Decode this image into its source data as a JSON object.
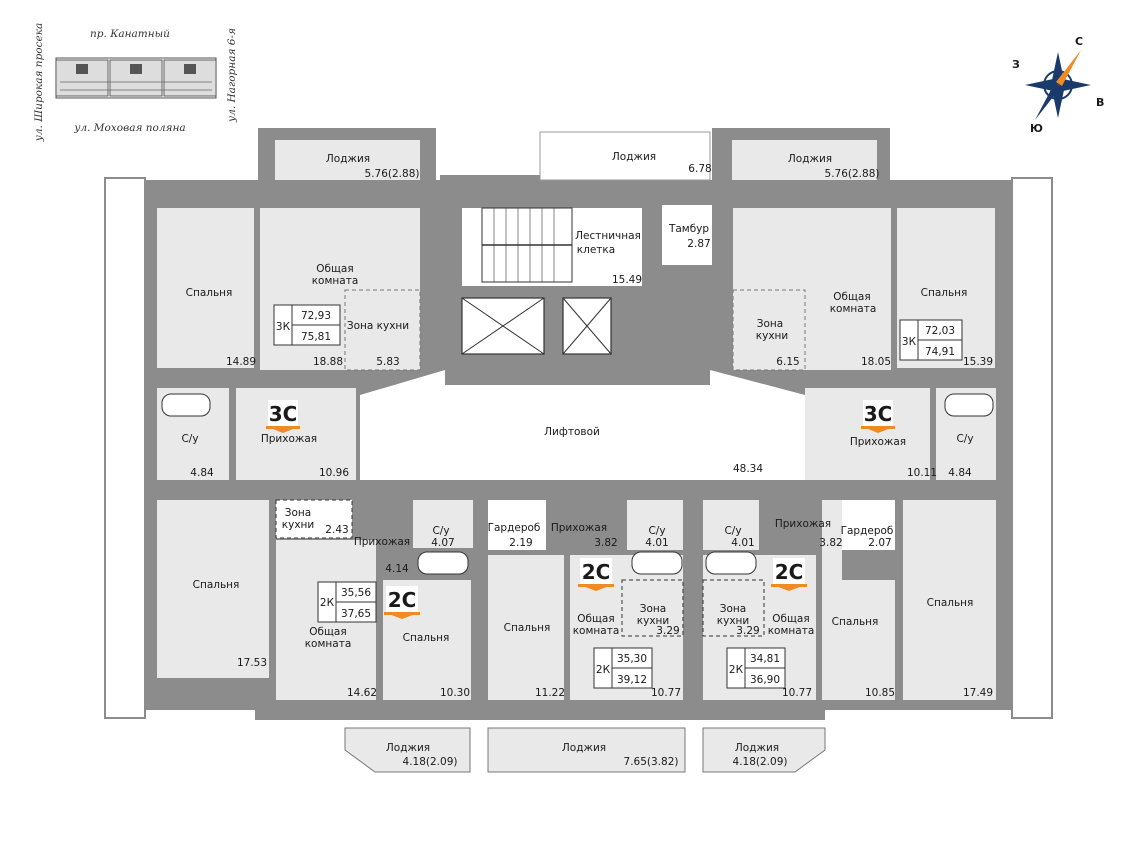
{
  "streets": {
    "north": "пр. Канатный",
    "south": "ул. Моховая поляна",
    "west": "ул. Широкая просека",
    "east": "ул. Нагорная 6-я"
  },
  "compass": {
    "n": "С",
    "e": "В",
    "s": "Ю",
    "w": "З"
  },
  "colors": {
    "wall": "#8c8c8c",
    "room": "#e9e9e9",
    "hall": "#ffffff",
    "accent": "#f08a24"
  },
  "loggias": {
    "top_left": {
      "name": "Лоджия",
      "area": "5.76(2.88)"
    },
    "top_center": {
      "name": "Лоджия",
      "area": "6.78"
    },
    "top_right": {
      "name": "Лоджия",
      "area": "5.76(2.88)"
    },
    "bottom_left": {
      "name": "Лоджия",
      "area": "4.18(2.09)"
    },
    "bottom_center": {
      "name": "Лоджия",
      "area": "7.65(3.82)"
    },
    "bottom_right": {
      "name": "Лоджия",
      "area": "4.18(2.09)"
    }
  },
  "core": {
    "stair_line1": "Лестничная",
    "stair_line2": "клетка",
    "stair_area": "15.49",
    "tambur": "Тамбур",
    "tambur_area": "2.87",
    "lift_hall": "Лифтовой",
    "lift_hall_area": "48.34"
  },
  "apt_left_3k": {
    "tag": "3С",
    "rooms": "3К",
    "living": "72,93",
    "total": "75,81",
    "bedroom1": {
      "name": "Спальня",
      "area": "14.89"
    },
    "common_line1": "Общая",
    "common_line2": "комната",
    "common_area": "18.88",
    "kitchen": "Зона кухни",
    "kitchen_area": "5.83",
    "bath": "С/у",
    "bath_area": "4.84",
    "hall": "Прихожая",
    "hall_area": "10.96",
    "bedroom2": {
      "name": "Спальня",
      "area": "17.53"
    }
  },
  "apt_left_2k": {
    "tag": "2С",
    "rooms": "2К",
    "living": "35,56",
    "total": "37,65",
    "kitchen_line1": "Зона",
    "kitchen_line2": "кухни",
    "kitchen_area": "2.43",
    "hall": "Прихожая",
    "hall_area": "4.14",
    "bath": "С/у",
    "bath_area": "4.07",
    "common_line1": "Общая",
    "common_line2": "комната",
    "common_area": "14.62",
    "bedroom": "Спальня",
    "bedroom_area": "10.30"
  },
  "apt_center_left_2k": {
    "tag": "2С",
    "rooms": "2К",
    "living": "35,30",
    "total": "39,12",
    "wardrobe": "Гардероб",
    "wardrobe_area": "2.19",
    "hall": "Прихожая",
    "hall_area": "3.82",
    "bath": "С/у",
    "bath_area": "4.01",
    "bedroom": "Спальня",
    "bedroom_area": "11.22",
    "common_line1": "Общая",
    "common_line2": "комната",
    "common_area": "10.77",
    "kitchen_line1": "Зона",
    "kitchen_line2": "кухни",
    "kitchen_area": "3.29"
  },
  "apt_center_right_2k": {
    "tag": "2С",
    "rooms": "2К",
    "living": "34,81",
    "total": "36,90",
    "bath": "С/у",
    "bath_area": "4.01",
    "hall": "Прихожая",
    "hall_area": "3.82",
    "wardrobe": "Гардероб",
    "wardrobe_area": "2.07",
    "kitchen_line1": "Зона",
    "kitchen_line2": "кухни",
    "kitchen_area": "3.29",
    "common_line1": "Общая",
    "common_line2": "комната",
    "common_area": "10.77",
    "bedroom": "Спальня",
    "bedroom_area": "10.85"
  },
  "apt_right_3k": {
    "tag": "3С",
    "rooms": "3К",
    "living": "72,03",
    "total": "74,91",
    "kitchen_line1": "Зона",
    "kitchen_line2": "кухни",
    "kitchen_area": "6.15",
    "common_line1": "Общая",
    "common_line2": "комната",
    "common_area": "18.05",
    "bedroom1": {
      "name": "Спальня",
      "area": "15.39"
    },
    "hall": "Прихожая",
    "hall_area": "10.11",
    "bath": "С/у",
    "bath_area": "4.84",
    "bedroom2": {
      "name": "Спальня",
      "area": "17.49"
    }
  }
}
